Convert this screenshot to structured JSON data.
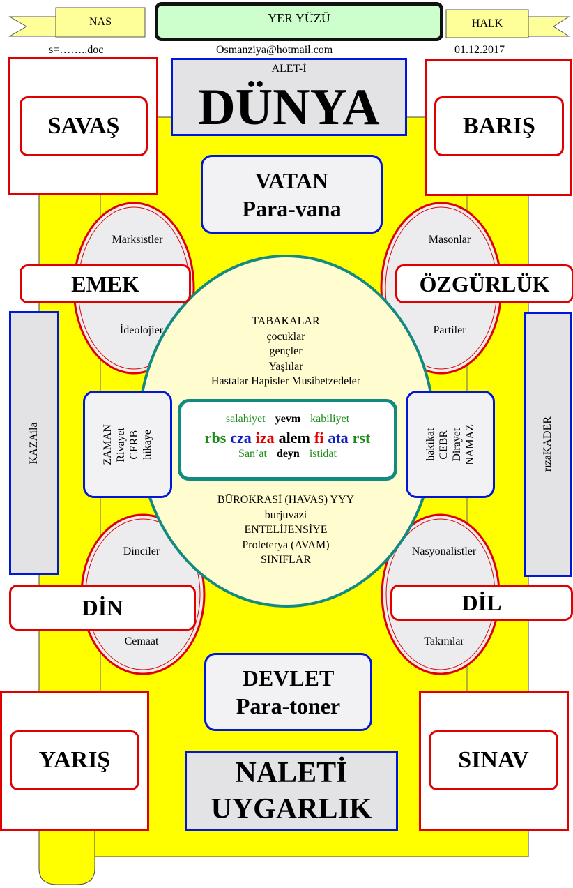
{
  "header": {
    "left_ribbon": "NAS",
    "center_title": "YER YÜZÜ",
    "right_ribbon": "HALK",
    "file_name": "s=……..doc",
    "email": "Osmanziya@hotmail.com",
    "date": "01.12.2017"
  },
  "top_center": {
    "small_label": "ALET-İ",
    "big_label": "DÜNYA"
  },
  "corners": {
    "top_left": "SAVAŞ",
    "top_right": "BARIŞ",
    "bottom_left": "YARIŞ",
    "bottom_right": "SINAV"
  },
  "vatan": {
    "line1": "VATAN",
    "line2": "Para-vana"
  },
  "devlet": {
    "line1": "DEVLET",
    "line2": "Para-toner"
  },
  "bottom_center": {
    "line1": "NALETİ",
    "line2": "UYGARLIK"
  },
  "ovals": {
    "top_left": {
      "top": "Marksistler",
      "bottom": "İdeolojier",
      "bar": "EMEK"
    },
    "top_right": {
      "top": "Masonlar",
      "bottom": "Partiler",
      "bar": "ÖZGÜRLÜK"
    },
    "bottom_left": {
      "top": "Dinciler",
      "bottom": "Cemaat",
      "bar": "DİN"
    },
    "bottom_right": {
      "top": "Nasyonalistler",
      "bottom": "Takımlar",
      "bar": "DİL"
    }
  },
  "side_bars": {
    "left": {
      "line1": "KAZA",
      "line2": "ila"
    },
    "right": {
      "line1": "rıza",
      "line2": "KADER"
    }
  },
  "center_upper": [
    "TABAKALAR",
    "çocuklar",
    "gençler",
    "Yaşlılar",
    "Hastalar Hapisler Musibetzedeler"
  ],
  "center_lower": [
    "BÜROKRASİ (HAVAS) YYY",
    "burjuvazi",
    "ENTELİJENSİYE",
    "Proleterya (AVAM)",
    "SINIFLAR"
  ],
  "inner_left": [
    "ZAMAN",
    "Rivayet",
    "CERB",
    "hikaye"
  ],
  "inner_right": [
    "hakikat",
    "CEBR",
    "Dirayet",
    "NAMAZ"
  ],
  "core": {
    "row1": [
      {
        "text": "salahiyet",
        "color": "#1a8a1a",
        "weight": "normal"
      },
      {
        "text": "yevm",
        "color": "#000000",
        "weight": "bold"
      },
      {
        "text": "kabiliyet",
        "color": "#1a8a1a",
        "weight": "normal"
      }
    ],
    "row2": [
      {
        "text": "rbs",
        "color": "#1a8a1a"
      },
      {
        "text": "cza",
        "color": "#1020c0"
      },
      {
        "text": "iza",
        "color": "#e00000"
      },
      {
        "text": "alem",
        "color": "#000000"
      },
      {
        "text": "fi",
        "color": "#e00000"
      },
      {
        "text": "ata",
        "color": "#1020c0"
      },
      {
        "text": "rst",
        "color": "#1a8a1a"
      }
    ],
    "row3": [
      {
        "text": "San’at",
        "color": "#1a8a1a",
        "weight": "normal"
      },
      {
        "text": "deyn",
        "color": "#000000",
        "weight": "bold"
      },
      {
        "text": "istidat",
        "color": "#1a8a1a",
        "weight": "normal"
      }
    ]
  },
  "colors": {
    "yellow_field": "#ffff00",
    "red_border": "#e00000",
    "blue_border": "#0016d8",
    "teal_border": "#138a80",
    "center_fill": "#fffdd0",
    "title_fill": "#ccffcc"
  }
}
